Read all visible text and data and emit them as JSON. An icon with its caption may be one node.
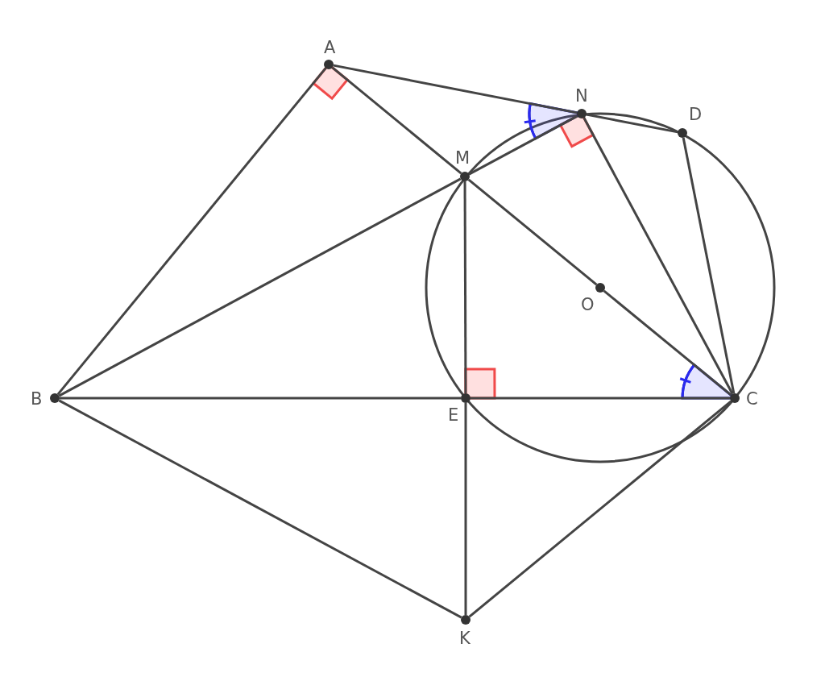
{
  "diagram": {
    "nodes": [
      {
        "text": [
          "A"
        ]
      },
      {
        "text": [
          "N"
        ]
      },
      {
        "text": [
          "D"
        ]
      },
      {
        "text": [
          "M"
        ]
      },
      {
        "text": [
          "O"
        ]
      },
      {
        "text": [
          "B"
        ]
      },
      {
        "text": [
          "E"
        ]
      },
      {
        "text": [
          "C"
        ]
      },
      {
        "text": [
          "K"
        ]
      }
    ],
    "edges": [
      {
        "from": 0,
        "to": 1,
        "arrow": "none"
      },
      {
        "from": 0,
        "to": 5,
        "arrow": "none"
      },
      {
        "from": 0,
        "to": 3,
        "arrow": "none"
      },
      {
        "from": 3,
        "to": 4,
        "arrow": "none"
      },
      {
        "from": 4,
        "to": 7,
        "arrow": "none"
      },
      {
        "from": 5,
        "to": 3,
        "arrow": "none"
      },
      {
        "from": 3,
        "to": 1,
        "arrow": "none"
      },
      {
        "from": 1,
        "to": 2,
        "arrow": "none"
      },
      {
        "from": 1,
        "to": 7,
        "arrow": "none"
      },
      {
        "from": 2,
        "to": 7,
        "arrow": "none"
      },
      {
        "from": 3,
        "to": 6,
        "arrow": "none"
      },
      {
        "from": 6,
        "to": 8,
        "arrow": "none"
      },
      {
        "from": 5,
        "to": 6,
        "arrow": "none"
      },
      {
        "from": 6,
        "to": 7,
        "arrow": "none"
      },
      {
        "from": 5,
        "to": 8,
        "arrow": "none"
      },
      {
        "from": 8,
        "to": 7,
        "arrow": "none"
      }
    ]
  }
}
